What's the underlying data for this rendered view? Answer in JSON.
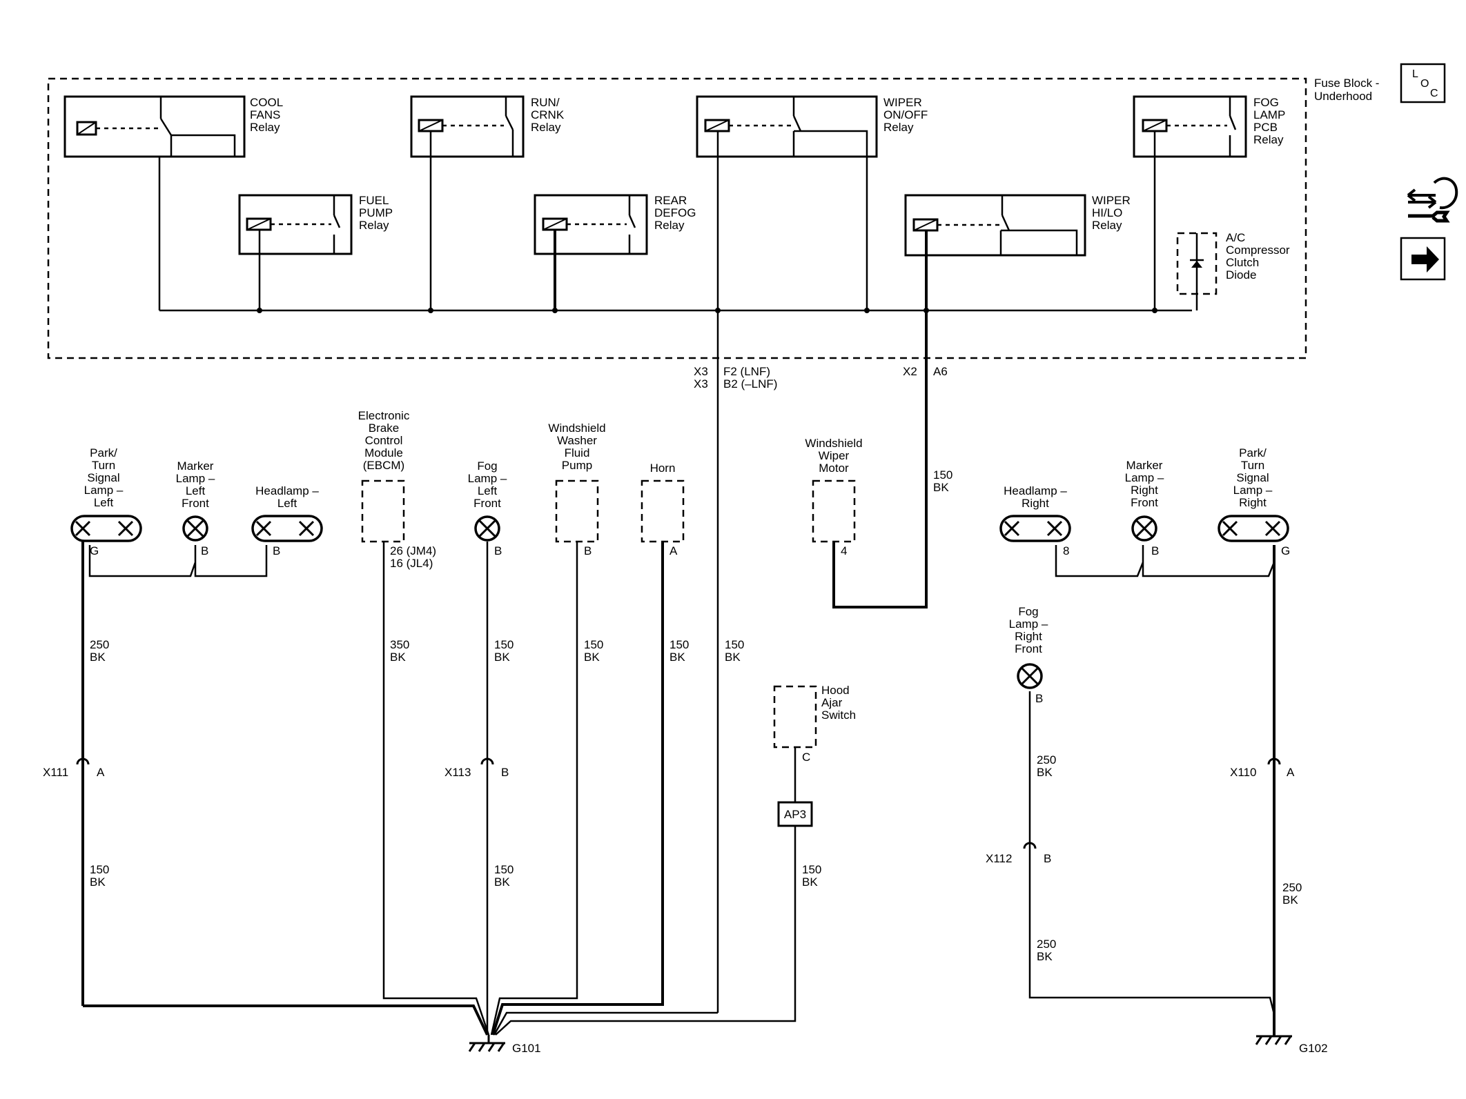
{
  "fuse_block": {
    "label_line1": "Fuse Block -",
    "label_line2": "Underhood"
  },
  "loc_icon": {
    "l": "L",
    "o": "O",
    "c": "C"
  },
  "relays": {
    "cool_fans": [
      "COOL",
      "FANS",
      "Relay"
    ],
    "run_crnk": [
      "RUN/",
      "CRNK",
      "Relay"
    ],
    "wiper_onoff": [
      "WIPER",
      "ON/OFF",
      "Relay"
    ],
    "fog_lamp_pcb": [
      "FOG",
      "LAMP",
      "PCB",
      "Relay"
    ],
    "fuel_pump": [
      "FUEL",
      "PUMP",
      "Relay"
    ],
    "rear_defog": [
      "REAR",
      "DEFOG",
      "Relay"
    ],
    "wiper_hilo": [
      "WIPER",
      "HI/LO",
      "Relay"
    ]
  },
  "diode": [
    "A/C",
    "Compressor",
    "Clutch",
    "Diode"
  ],
  "connectors_top": {
    "x3_a": "X3",
    "x3_b": "X3",
    "f2": "F2 (LNF)",
    "b2": "B2 (–LNF)",
    "x2": "X2",
    "a6": "A6"
  },
  "components": {
    "park_left": [
      "Park/",
      "Turn",
      "Signal",
      "Lamp –",
      "Left"
    ],
    "marker_left": [
      "Marker",
      "Lamp –",
      "Left",
      "Front"
    ],
    "headlamp_left": [
      "Headlamp –",
      "Left"
    ],
    "ebcm": [
      "Electronic",
      "Brake",
      "Control",
      "Module",
      "(EBCM)"
    ],
    "fog_left": [
      "Fog",
      "Lamp –",
      "Left",
      "Front"
    ],
    "washer_pump": [
      "Windshield",
      "Washer",
      "Fluid",
      "Pump"
    ],
    "horn": [
      "Horn"
    ],
    "wiper_motor": [
      "Windshield",
      "Wiper",
      "Motor"
    ],
    "headlamp_right": [
      "Headlamp –",
      "Right"
    ],
    "marker_right": [
      "Marker",
      "Lamp –",
      "Right",
      "Front"
    ],
    "park_right": [
      "Park/",
      "Turn",
      "Signal",
      "Lamp –",
      "Right"
    ],
    "fog_right": [
      "Fog",
      "Lamp –",
      "Right",
      "Front"
    ],
    "hood_ajar": [
      "Hood",
      "Ajar",
      "Switch"
    ]
  },
  "pins": {
    "park_left": "G",
    "marker_left": "B",
    "headlamp_left": "B",
    "ebcm_1": "26 (JM4)",
    "ebcm_2": "16 (JL4)",
    "fog_left": "B",
    "washer_pump": "B",
    "horn": "A",
    "wiper_motor": "4",
    "headlamp_right": "8",
    "marker_right": "B",
    "park_right": "G",
    "fog_right": "B",
    "hood_ajar": "C"
  },
  "wires": {
    "w_left_top": [
      "250",
      "BK"
    ],
    "w_ebcm": [
      "350",
      "BK"
    ],
    "w_fog_left_top": [
      "150",
      "BK"
    ],
    "w_washer": [
      "150",
      "BK"
    ],
    "w_horn": [
      "150",
      "BK"
    ],
    "w_x3": [
      "150",
      "BK"
    ],
    "w_wiper": [
      "150",
      "BK"
    ],
    "w_left_bot": [
      "150",
      "BK"
    ],
    "w_fog_left_bot": [
      "150",
      "BK"
    ],
    "w_hood": [
      "150",
      "BK"
    ],
    "w_fog_right_top": [
      "250",
      "BK"
    ],
    "w_fog_right_bot": [
      "250",
      "BK"
    ],
    "w_right": [
      "250",
      "BK"
    ]
  },
  "inline_connectors": {
    "x111": "X111",
    "x111_pin": "A",
    "x113": "X113",
    "x113_pin": "B",
    "x112": "X112",
    "x112_pin": "B",
    "x110": "X110",
    "x110_pin": "A"
  },
  "splice": "AP3",
  "grounds": {
    "g101": "G101",
    "g102": "G102"
  }
}
